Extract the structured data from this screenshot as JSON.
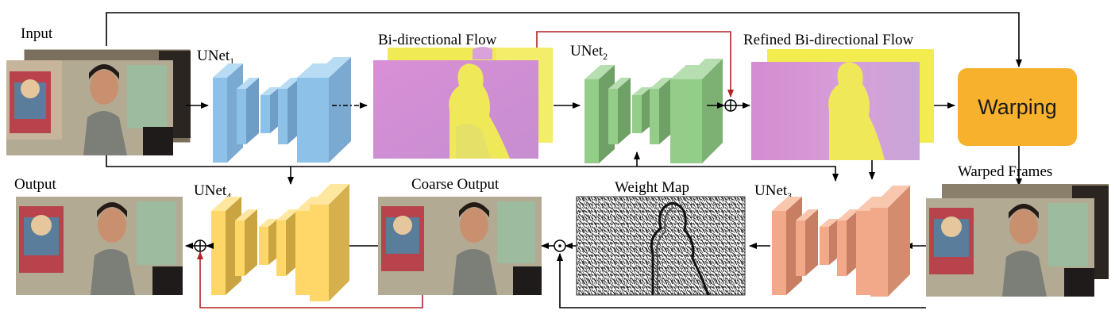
{
  "labels": {
    "input": "Input",
    "output": "Output",
    "unet1": "UNet",
    "unet1_sub": "1",
    "unet2": "UNet",
    "unet2_sub": "2",
    "unet3": "UNet",
    "unet3_sub": "3",
    "unet4": "UNet",
    "unet4_sub": "4",
    "bidirectional_flow": "Bi-directional Flow",
    "refined_flow": "Refined Bi-directional Flow",
    "warping": "Warping",
    "warped_frames": "Warped Frames",
    "weight_map": "Weight Map",
    "coarse_output": "Coarse Output"
  },
  "colors": {
    "unet_blue": "#8ec1e8",
    "unet_green": "#94cc8a",
    "unet_orange": "#f2a98a",
    "unet_yellow": "#ffd769",
    "warping_box": "#f8b12c",
    "red_arrow": "#b22222",
    "black_arrow": "#000000",
    "flow_magenta": "#d79ad8",
    "flow_yellow": "#f2ec4f"
  },
  "operators": {
    "add_symbol": "⊕",
    "multiply_symbol": "⊙"
  }
}
